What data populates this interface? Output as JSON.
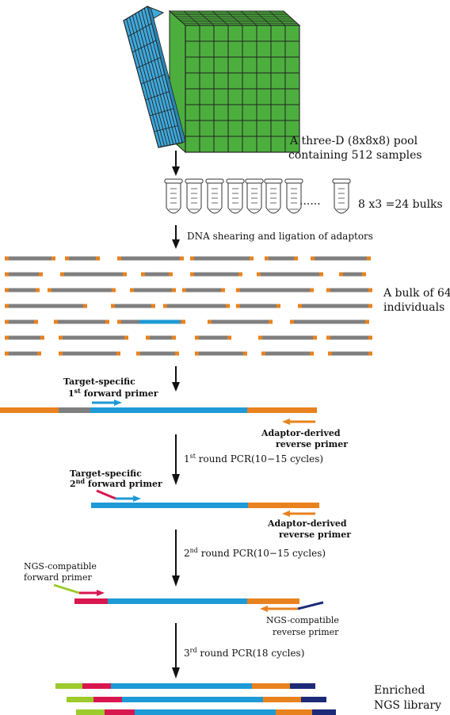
{
  "colors": {
    "cube_blue": "#3fa9dc",
    "cube_green": "#4caf3d",
    "grid_line": "#222222",
    "read_gray": "#7f7f7f",
    "adaptor_orange": "#e8821e",
    "target_blue": "#1e9ad6",
    "primer_red": "#d8174f",
    "ngs_green": "#9ccb2b",
    "ngs_navy": "#1c2a78",
    "arrow_black": "#111111"
  },
  "pool": {
    "line1": "A three-D (8x8x8) pool",
    "line2": "containing 512 samples"
  },
  "bulks": {
    "label": "8 x3 =24 bulks",
    "ellipsis": "······",
    "tube_count": 8
  },
  "shearing": {
    "label": "DNA shearing and ligation of adaptors"
  },
  "bulk64": {
    "line1": "A bulk of 64",
    "line2": "individuals"
  },
  "round1": {
    "fwd_line1": "Target-specific",
    "fwd_line2_pre": "1",
    "fwd_line2_sup": "st",
    "fwd_line2_post": " forward primer",
    "rev_line1": "Adaptor-derived",
    "rev_line2": "reverse  primer",
    "pcr_pre": "1",
    "pcr_sup": "st",
    "pcr_post": " round PCR(10−15 cycles)"
  },
  "round2": {
    "fwd_line1": "Target-specific",
    "fwd_line2_pre": "2",
    "fwd_line2_sup": "nd",
    "fwd_line2_post": " forward primer",
    "rev_line1": "Adaptor-derived",
    "rev_line2": "reverse  primer",
    "pcr_pre": "2",
    "pcr_sup": "nd",
    "pcr_post": " round PCR(10−15 cycles)"
  },
  "round3": {
    "fwd_line1": "NGS-compatible",
    "fwd_line2": "forward primer",
    "rev_line1": "NGS-compatible",
    "rev_line2": "reverse primer",
    "pcr_pre": "3",
    "pcr_sup": "rd",
    "pcr_post": " round PCR(18 cycles)"
  },
  "library": {
    "line1": "Enriched",
    "line2": "NGS library"
  }
}
